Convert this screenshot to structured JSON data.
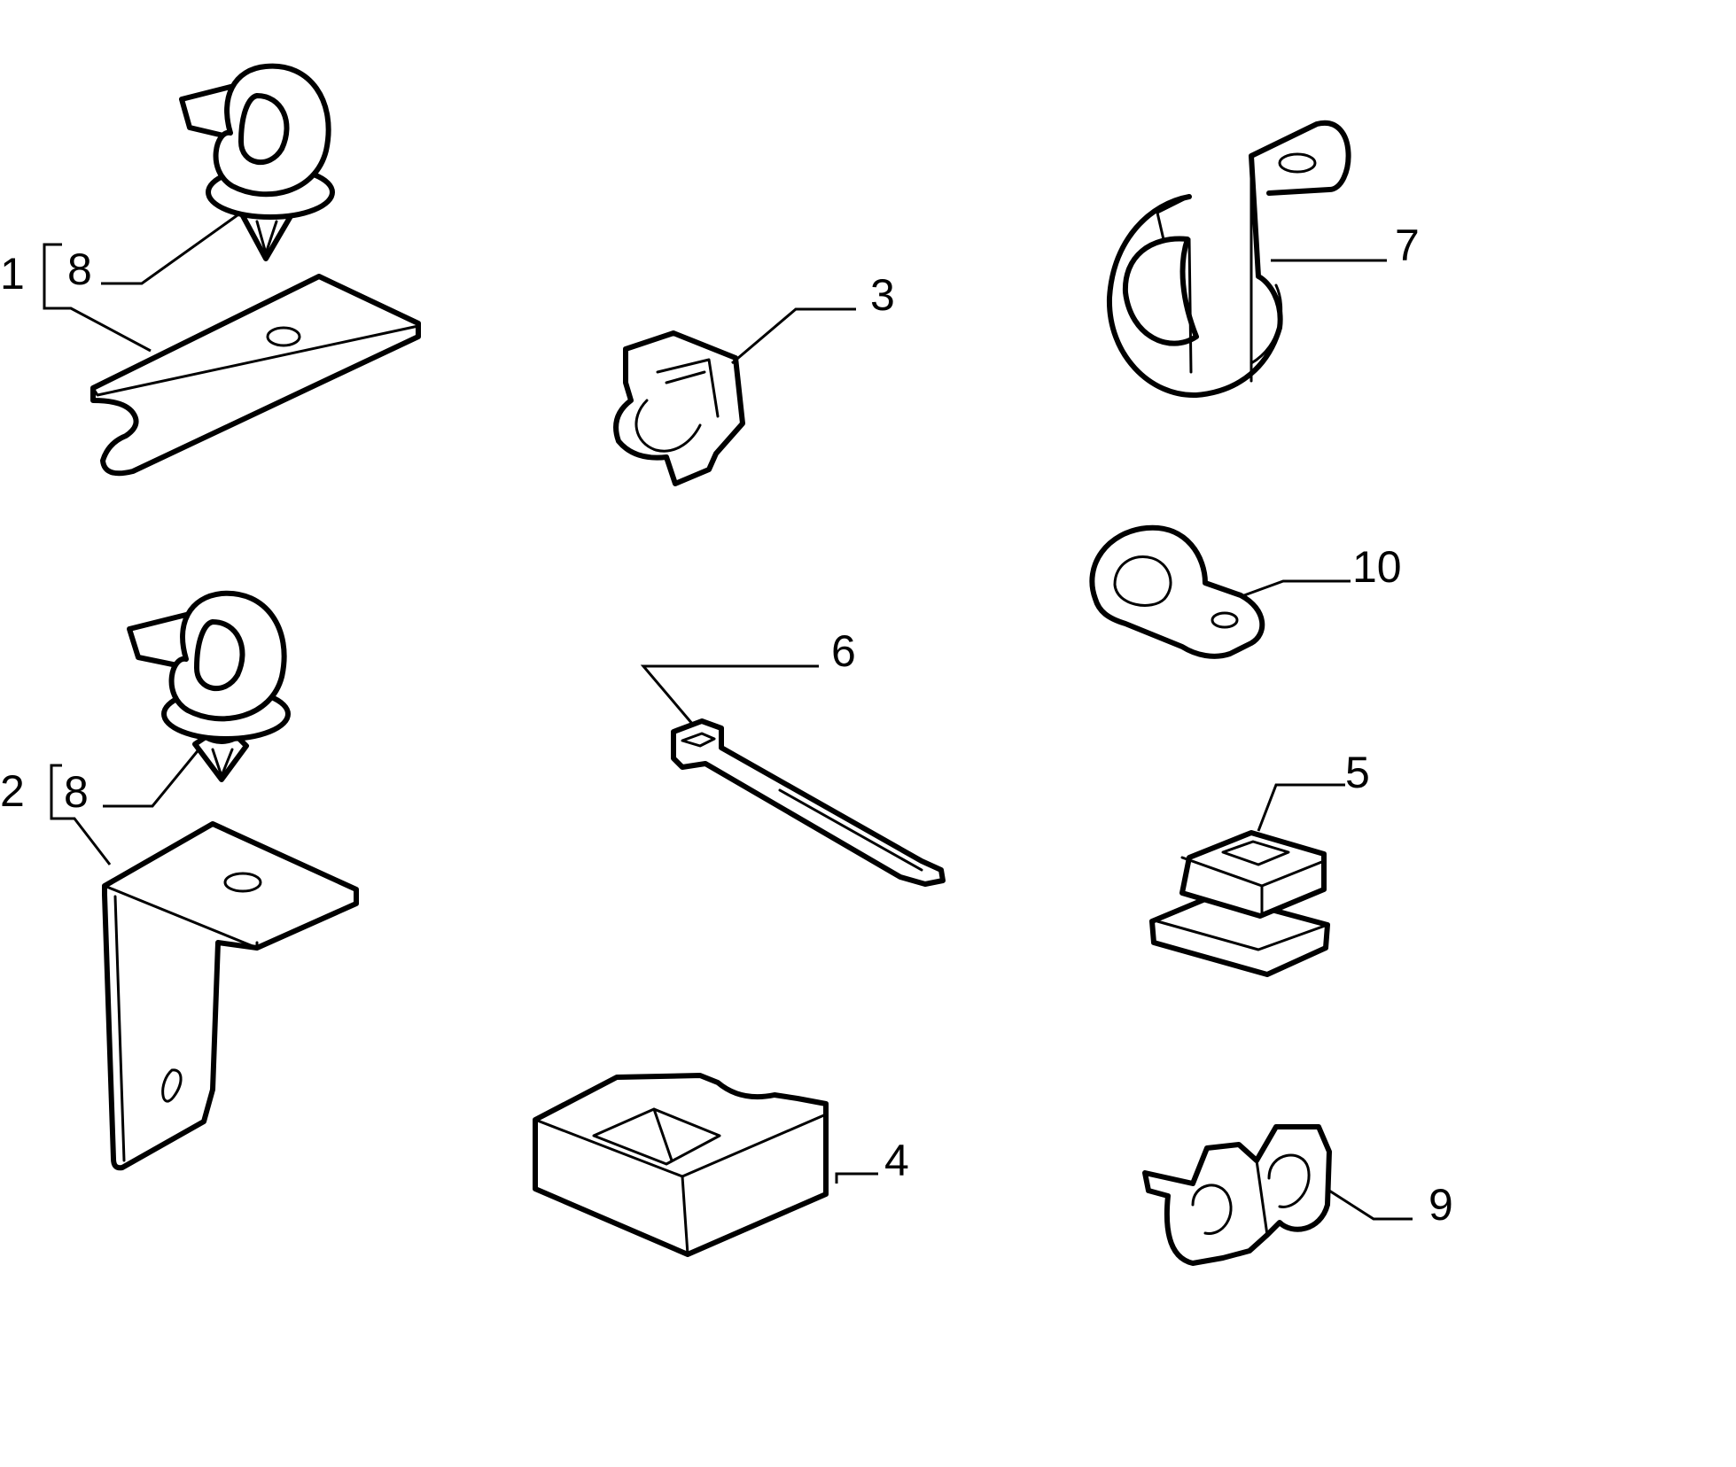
{
  "callouts": {
    "c1": "1",
    "c2": "2",
    "c3": "3",
    "c4": "4",
    "c5": "5",
    "c6": "6",
    "c7": "7",
    "c8a": "8",
    "c8b": "8",
    "c9": "9",
    "c10": "10"
  },
  "colors": {
    "line": "#000000",
    "background": "#ffffff"
  }
}
